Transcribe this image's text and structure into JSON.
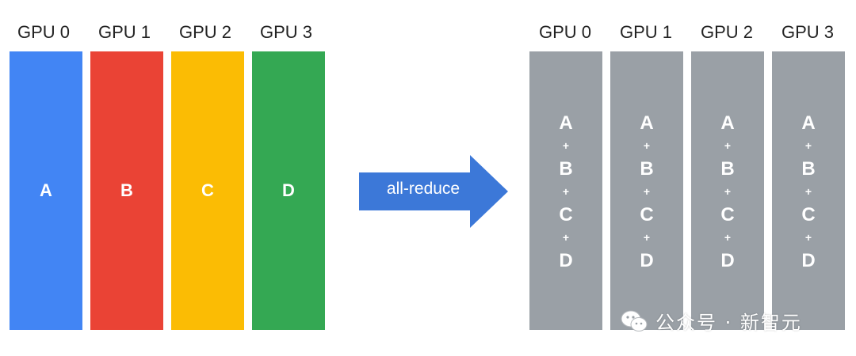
{
  "colors": {
    "gpu0": "#4285f4",
    "gpu1": "#ea4335",
    "gpu2": "#fbbc04",
    "gpu3": "#34a853",
    "reduced": "#9aa0a6",
    "arrow": "#3c78d8"
  },
  "left": {
    "gpus": [
      {
        "label": "GPU 0",
        "value": "A"
      },
      {
        "label": "GPU 1",
        "value": "B"
      },
      {
        "label": "GPU 2",
        "value": "C"
      },
      {
        "label": "GPU 3",
        "value": "D"
      }
    ]
  },
  "arrow": {
    "label": "all-reduce"
  },
  "right": {
    "gpus": [
      {
        "label": "GPU 0",
        "terms": [
          "A",
          "B",
          "C",
          "D"
        ],
        "op": "+"
      },
      {
        "label": "GPU 1",
        "terms": [
          "A",
          "B",
          "C",
          "D"
        ],
        "op": "+"
      },
      {
        "label": "GPU 2",
        "terms": [
          "A",
          "B",
          "C",
          "D"
        ],
        "op": "+"
      },
      {
        "label": "GPU 3",
        "terms": [
          "A",
          "B",
          "C",
          "D"
        ],
        "op": "+"
      }
    ]
  },
  "watermark": {
    "text": "公众号 · 新智元",
    "icon": "wechat-icon"
  }
}
